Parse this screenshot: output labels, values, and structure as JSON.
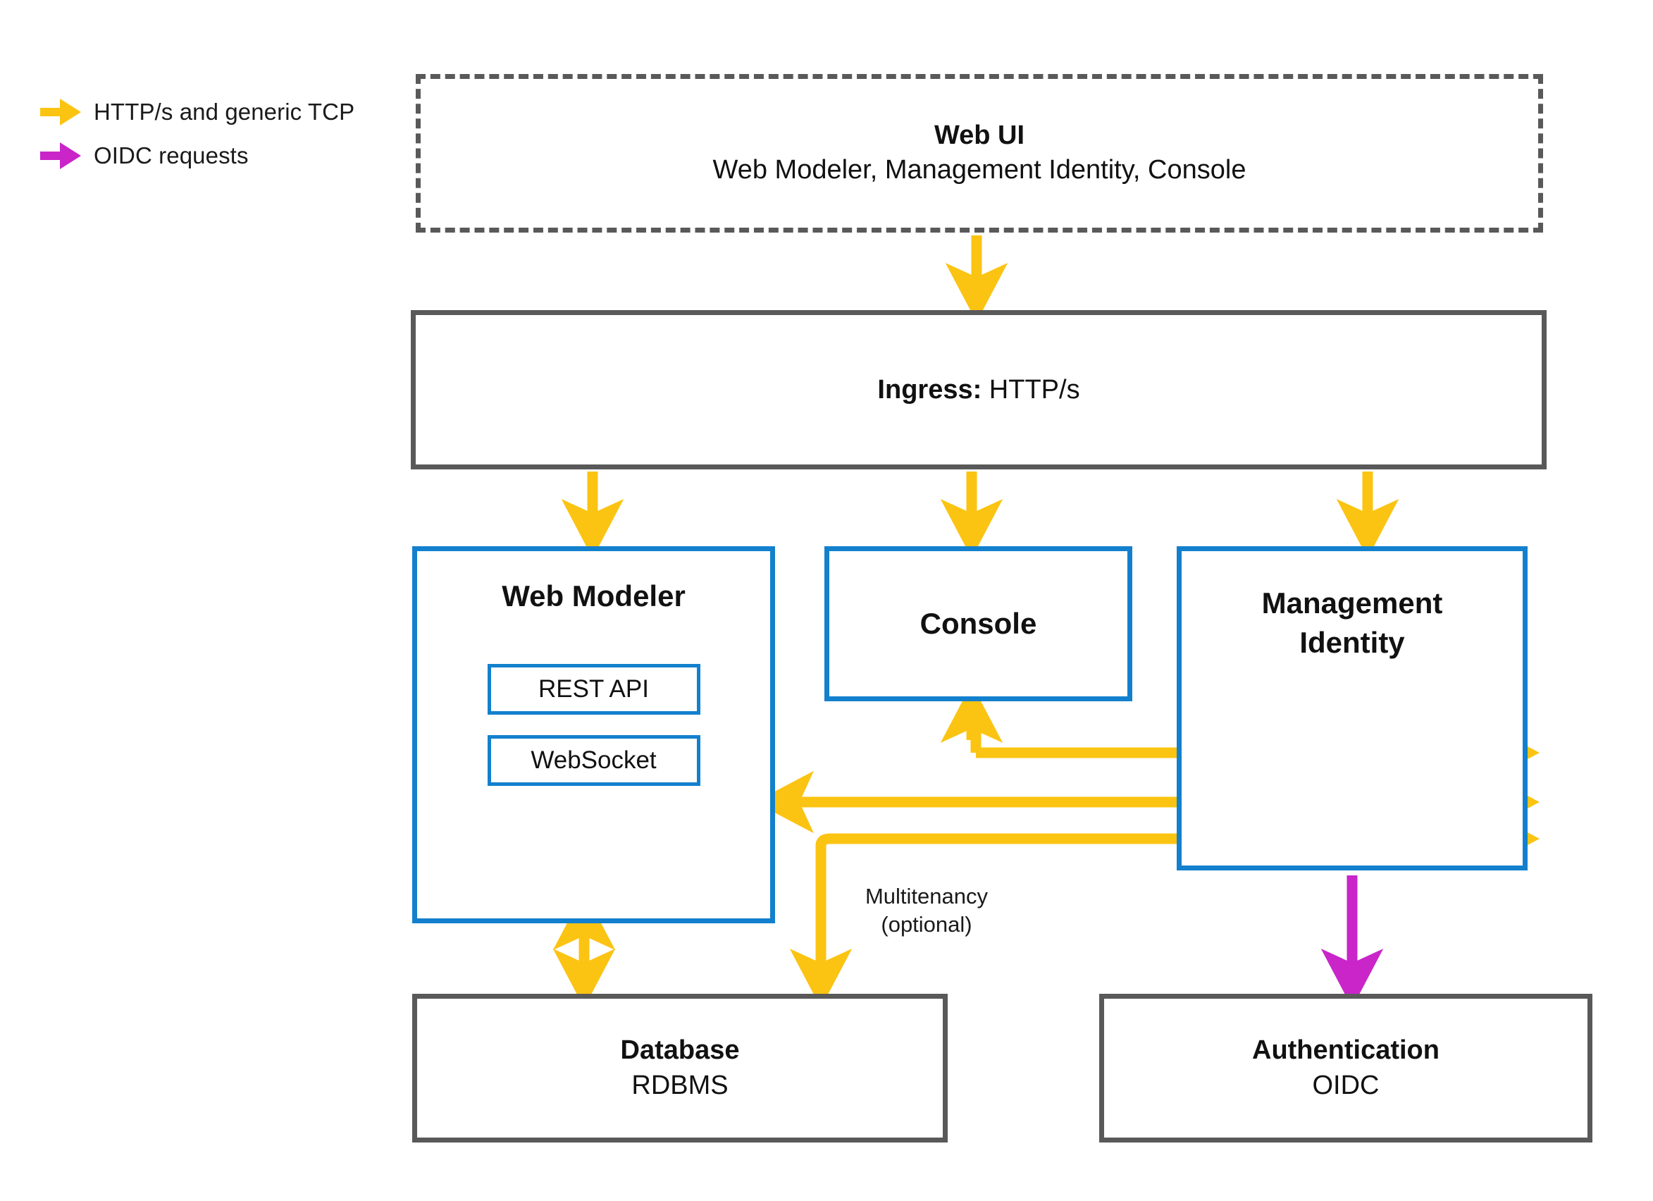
{
  "legend": {
    "items": [
      {
        "icon": "arrow-right-icon",
        "color": "#FBC412",
        "label": "HTTP/s and generic TCP"
      },
      {
        "icon": "arrow-right-icon",
        "color": "#C925C9",
        "label": "OIDC requests"
      }
    ]
  },
  "nodes": {
    "web_ui": {
      "title": "Web UI",
      "subtitle": "Web Modeler, Management Identity, Console",
      "border_style": "dashed",
      "border_color": "#595959"
    },
    "ingress": {
      "label_bold": "Ingress:",
      "label_rest": " HTTP/s",
      "border_color": "#595959"
    },
    "web_modeler": {
      "title": "Web Modeler",
      "border_color": "#1380CE",
      "subcomponents": [
        {
          "label": "REST API"
        },
        {
          "label": "WebSocket"
        }
      ]
    },
    "console": {
      "title": "Console",
      "border_color": "#1380CE"
    },
    "management_identity": {
      "title": "Management Identity",
      "border_color": "#1380CE"
    },
    "database": {
      "title": "Database",
      "subtitle": "RDBMS",
      "border_color": "#595959"
    },
    "authentication": {
      "title": "Authentication",
      "subtitle": "OIDC",
      "border_color": "#595959"
    }
  },
  "edges": {
    "multitenancy_label": "Multitenancy\n(optional)",
    "multitenancy_line1": "Multitenancy",
    "multitenancy_line2": "(optional)"
  },
  "colors": {
    "http_arrow": "#FBC412",
    "oidc_arrow": "#C925C9",
    "blue_border": "#1380CE",
    "gray_border": "#595959",
    "text": "#111111",
    "background": "#FFFFFF"
  }
}
